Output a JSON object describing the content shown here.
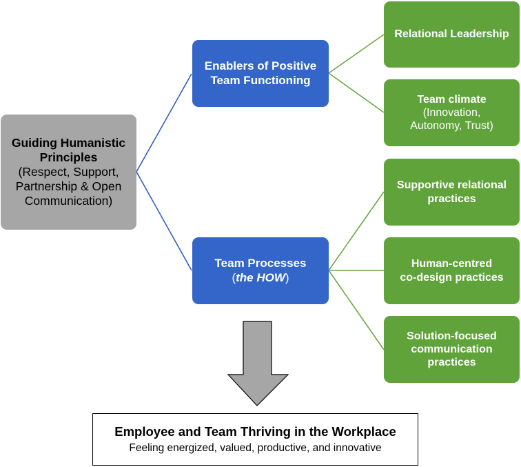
{
  "colors": {
    "principles_fill": "#a6a6a6",
    "category_fill": "#3366c8",
    "item_fill": "#5fa33a",
    "blue_connector": "#2f5fbf",
    "green_connector": "#6aa840",
    "arrow_fill": "#a6a6a6"
  },
  "principles": {
    "title_line1": "Guiding Humanistic",
    "title_line2": "Principles",
    "detail_line1": "(Respect, Support,",
    "detail_line2": "Partnership & Open",
    "detail_line3": "Communication)"
  },
  "enablers": {
    "line1": "Enablers of Positive",
    "line2": "Team Functioning",
    "items": [
      {
        "title": "Relational Leadership"
      },
      {
        "title": "Team climate",
        "detail_line1": "(Innovation,",
        "detail_line2": "Autonomy, Trust)"
      }
    ]
  },
  "processes": {
    "line1": "Team Processes",
    "line2_open": "(",
    "line2_italic": "the HOW",
    "line2_close": ")",
    "items": [
      {
        "line1": "Supportive relational",
        "line2": "practices"
      },
      {
        "line1": "Human-centred",
        "line2": "co-design practices"
      },
      {
        "line1": "Solution-focused",
        "line2": "communication",
        "line3": "practices"
      }
    ]
  },
  "outcome": {
    "title": "Employee and Team Thriving in the Workplace",
    "subtitle": "Feeling energized, valued, productive, and innovative"
  }
}
